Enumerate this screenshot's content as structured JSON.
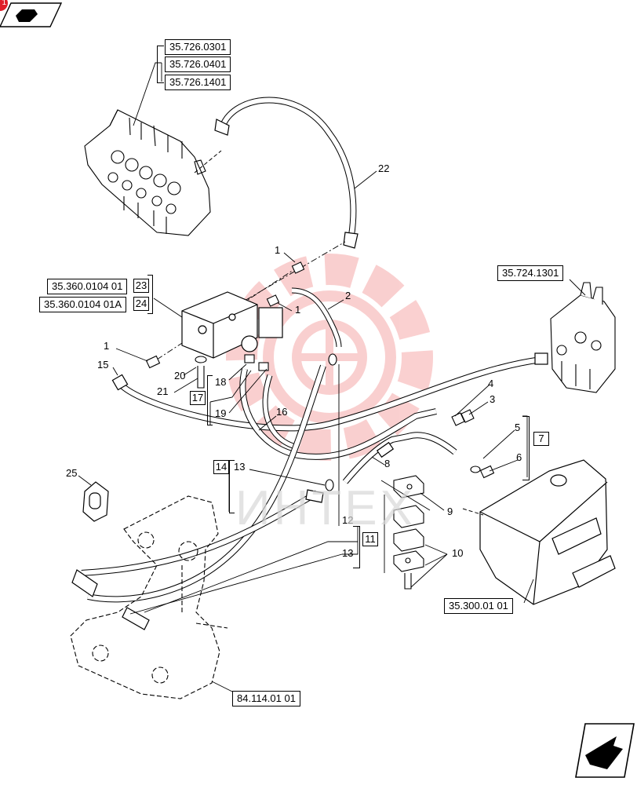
{
  "badge": {
    "text": "1"
  },
  "references": {
    "valve_ref_1": "35.726.0301",
    "valve_ref_2": "35.726.0401",
    "valve_ref_3": "35.726.1401",
    "block_ref_1": "35.360.0104 01",
    "block_ref_1_no": "23",
    "block_ref_2": "35.360.0104 01A",
    "block_ref_2_no": "24",
    "control_valve_ref": "35.724.1301",
    "tank_ref": "35.300.01 01",
    "boom_ref": "84.114.01 01"
  },
  "boxed_numbers": [
    "17",
    "7",
    "14",
    "11"
  ],
  "callouts": [
    "1",
    "1",
    "1",
    "2",
    "3",
    "4",
    "5",
    "6",
    "8",
    "9",
    "10",
    "12",
    "13",
    "13",
    "15",
    "16",
    "18",
    "19",
    "20",
    "21",
    "22",
    "25"
  ],
  "watermark": {
    "text": "ИНТЕХ",
    "color": "#f4b6b6"
  },
  "colors": {
    "line": "#000000",
    "accent": "#e0202a"
  }
}
